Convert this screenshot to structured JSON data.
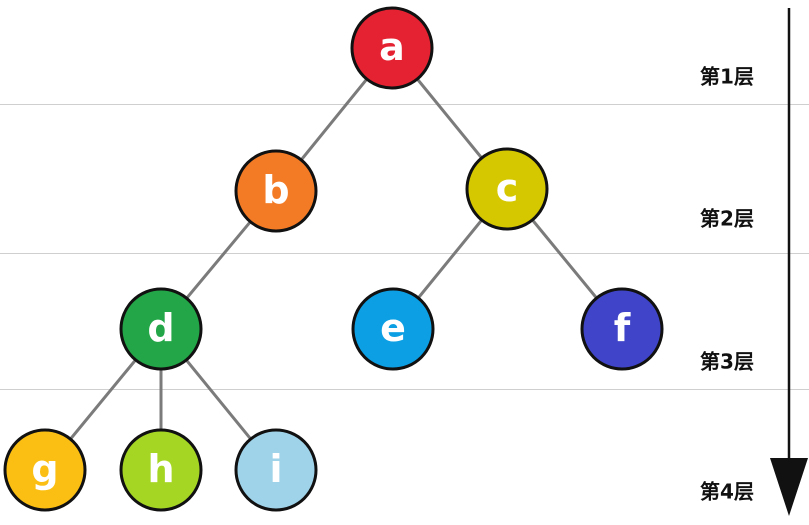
{
  "tree": {
    "nodes": [
      {
        "id": "a",
        "label": "a",
        "level": 1,
        "color": "#e52231"
      },
      {
        "id": "b",
        "label": "b",
        "level": 2,
        "color": "#f47b25"
      },
      {
        "id": "c",
        "label": "c",
        "level": 2,
        "color": "#d5c800"
      },
      {
        "id": "d",
        "label": "d",
        "level": 3,
        "color": "#22a647"
      },
      {
        "id": "e",
        "label": "e",
        "level": 3,
        "color": "#0c9fe3"
      },
      {
        "id": "f",
        "label": "f",
        "level": 3,
        "color": "#3f44c9"
      },
      {
        "id": "g",
        "label": "g",
        "level": 4,
        "color": "#fbbf14"
      },
      {
        "id": "h",
        "label": "h",
        "level": 4,
        "color": "#a5d624"
      },
      {
        "id": "i",
        "label": "i",
        "level": 4,
        "color": "#9fd3ea"
      }
    ],
    "edges": [
      {
        "from": "a",
        "to": "b"
      },
      {
        "from": "a",
        "to": "c"
      },
      {
        "from": "b",
        "to": "d"
      },
      {
        "from": "c",
        "to": "e"
      },
      {
        "from": "c",
        "to": "f"
      },
      {
        "from": "d",
        "to": "g"
      },
      {
        "from": "d",
        "to": "h"
      },
      {
        "from": "d",
        "to": "i"
      }
    ]
  },
  "levels": [
    {
      "label": "第1层"
    },
    {
      "label": "第2层"
    },
    {
      "label": "第3层"
    },
    {
      "label": "第4层"
    }
  ],
  "colors": {
    "edge": "#7b7b7b",
    "separator": "#cfcfcf",
    "outline": "#111111",
    "label_text": "#ffffff",
    "level_text": "#111111"
  },
  "icons": {
    "level_axis": "down-arrow-icon"
  }
}
